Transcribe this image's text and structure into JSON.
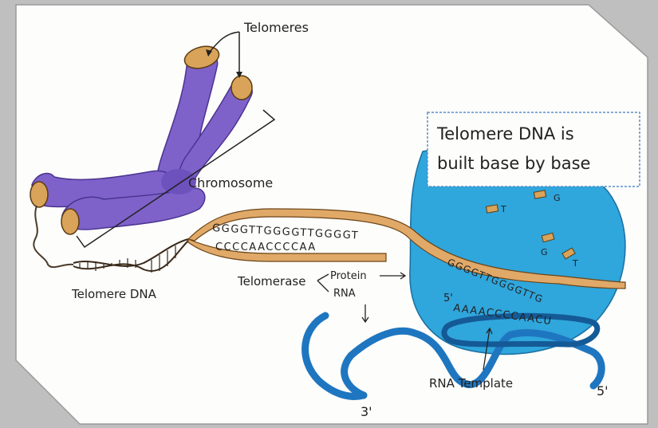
{
  "labels": {
    "telomeres": "Telomeres",
    "chromosome": "Chromosome",
    "telomere_dna": "Telomere DNA",
    "telomerase": "Telomerase",
    "protein": "Protein",
    "rna": "RNA",
    "rna_template": "RNA Template",
    "three_prime": "3'",
    "five_prime_bottom": "5'",
    "five_prime_inner": "5'"
  },
  "callout": {
    "line1": "Telomere DNA is",
    "line2": "built base by base"
  },
  "sequences": {
    "top_strand": "GGGGTTGGGGTTGGGGT",
    "bottom_strand": "CCCCAACCCCAA",
    "enzyme_strand": "GGGGTTGGGGTTG",
    "template": "AAAACCCCAACU"
  },
  "free_bases": [
    "T",
    "G",
    "G",
    "T"
  ],
  "colors": {
    "chromosome": "#7e62c9",
    "telomere_cap": "#d9a35a",
    "dna_strand": "#e0a968",
    "enzyme": "#2fa6dc",
    "rna": "#1f76c0",
    "callout_border": "#5b8fc9",
    "paper": "#fdfdfb"
  }
}
